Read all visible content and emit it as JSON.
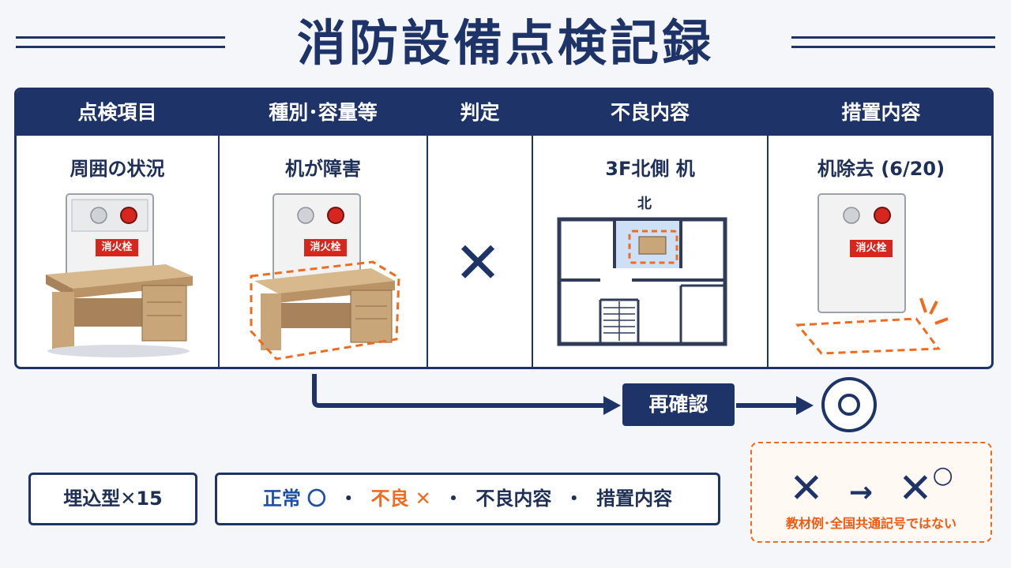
{
  "title": "消防設備点検記録",
  "table": {
    "headers": [
      "点検項目",
      "種別･容量等",
      "判定",
      "不良内容",
      "措置内容"
    ],
    "cells": [
      "周囲の状況",
      "机が障害",
      "",
      "3F北側 机",
      "机除去 (6/20)"
    ],
    "judgement_mark": "✕",
    "hydrant_label": "消火栓",
    "map_north_label": "北"
  },
  "flow": {
    "recheck_label": "再確認",
    "result_mark": "◎"
  },
  "bottom": {
    "type_label": "埋込型✕15",
    "legend": {
      "normal_label": "正常",
      "normal_mark": "〇",
      "sep1": "・",
      "defect_label": "不良",
      "defect_mark": "✕",
      "sep2": "・",
      "defect_content": "不良内容",
      "sep3": "・",
      "action_content": "措置内容"
    }
  },
  "note": {
    "formula_left": "✕",
    "arrow": "→",
    "formula_right": "✕",
    "superscript": "○",
    "caption": "教材例･全国共通記号ではない"
  },
  "colors": {
    "navy": "#1e3468",
    "orange": "#ef6b1f",
    "hydrant_red": "#d7261e",
    "desk": "#c9a57a"
  }
}
